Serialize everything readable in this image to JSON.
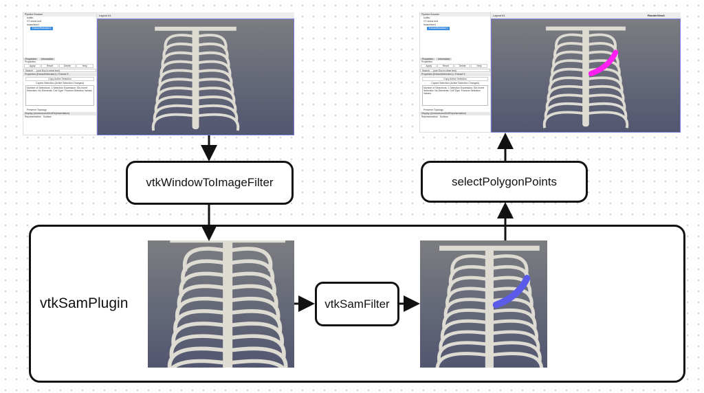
{
  "paraview": {
    "pipeline_browser": "Pipeline Browser",
    "items": [
      "builtin:",
      "CT-chest.nrrd",
      "Isosurface1",
      "ExtractSelection1"
    ],
    "tabs": [
      "Properties",
      "Information"
    ],
    "properties_label": "Properties",
    "buttons": [
      "Apply",
      "Reset",
      "Delete",
      "Help"
    ],
    "search_placeholder": "Search ... (use Esc to clear text)",
    "section_properties": "Properties (ExtractSelection1) / Extract S",
    "copy_selection": "Copy Active Selection",
    "copied_selection": "Copied Selection (Active Selection Changed)",
    "selection_text": "Number of Selections: 1  Selection Expression: IDs  Invert Selection: No  Elements: Cell  Type: Frustum Selection  Values:",
    "preserve_topology": "Preserve Topology",
    "section_display": "Display (UnstructuredGridRepresentation)",
    "representation_label": "Representation",
    "representation_value": "Surface",
    "layout_tab": "Layout #1",
    "render_view": "RenderView1"
  },
  "nodes": {
    "window_to_image": "vtkWindowToImageFilter",
    "select_polygon": "selectPolygonPoints",
    "sam_plugin": "vtkSamPlugin",
    "sam_filter": "vtkSamFilter"
  },
  "colors": {
    "segmentation_input": "#5b5bea",
    "selection_output": "#ff1ff0",
    "bone": "#dedcd2"
  }
}
